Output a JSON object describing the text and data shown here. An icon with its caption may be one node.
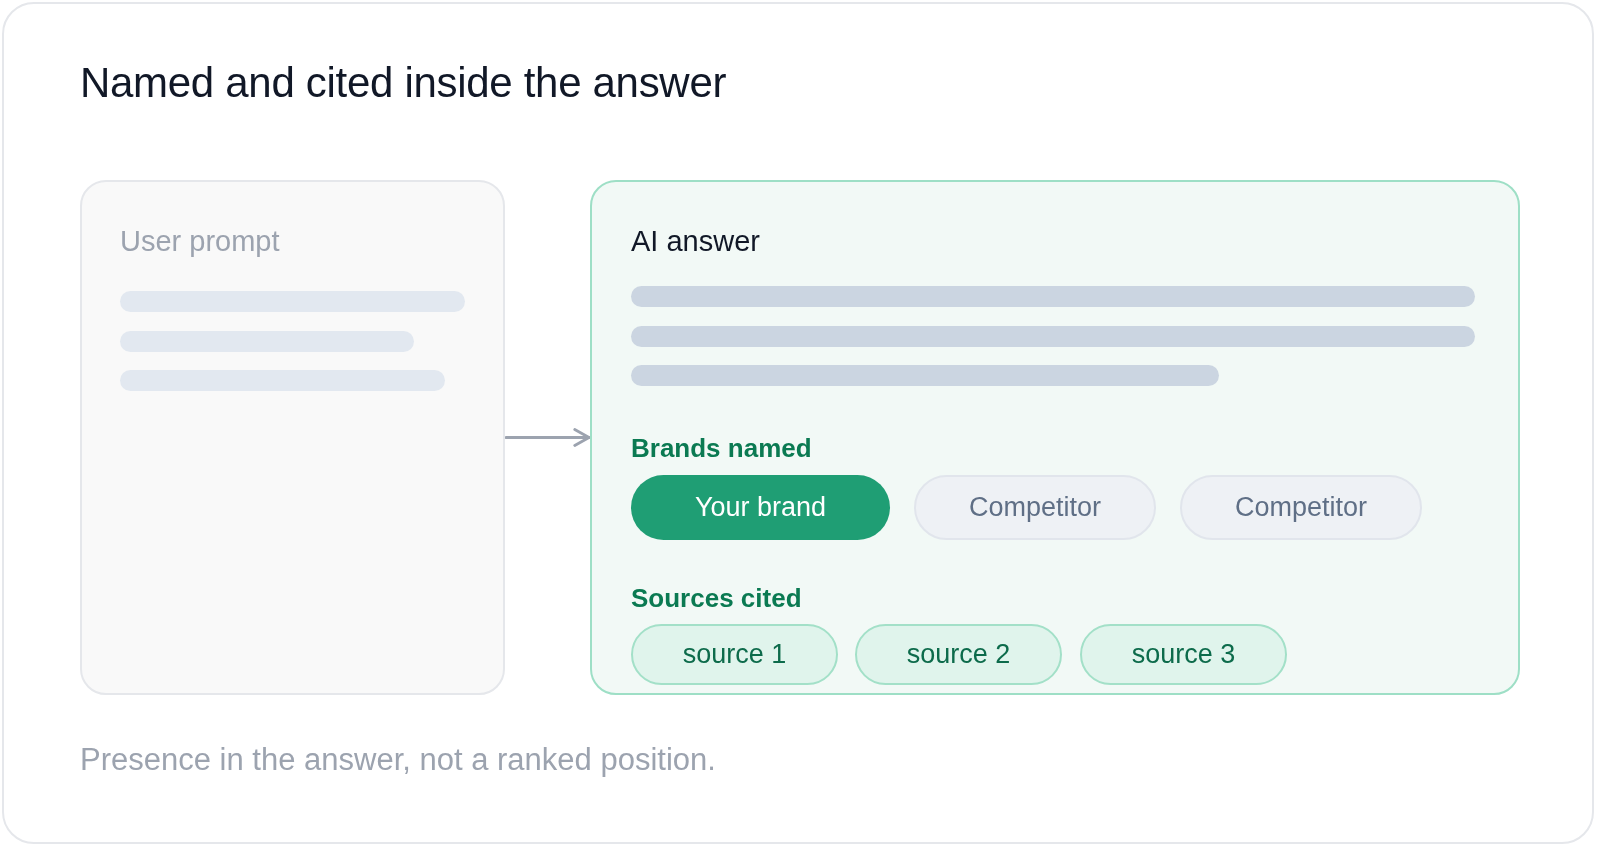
{
  "diagram": {
    "title": "Named and cited inside the answer",
    "caption": "Presence in the answer, not a ranked position.",
    "nodes": [
      {
        "text": [
          "User prompt"
        ]
      },
      {
        "text": [],
        "shape": "bar",
        "in": 0
      },
      {
        "text": [],
        "shape": "bar",
        "in": 0
      },
      {
        "text": [],
        "shape": "bar",
        "in": 0
      },
      {
        "text": [
          "AI answer",
          "Brands named",
          "Sources cited"
        ]
      },
      {
        "text": [],
        "shape": "bar",
        "in": 4
      },
      {
        "text": [],
        "shape": "bar",
        "in": 4
      },
      {
        "text": [],
        "shape": "bar",
        "in": 4
      },
      {
        "text": [
          "Your brand"
        ],
        "in": 4
      },
      {
        "text": [
          "Competitor"
        ],
        "in": 4
      },
      {
        "text": [
          "Competitor"
        ],
        "in": 4
      },
      {
        "text": [
          "source 1"
        ],
        "in": 4
      },
      {
        "text": [
          "source 2"
        ],
        "in": 4
      },
      {
        "text": [
          "source 3"
        ],
        "in": 4
      }
    ],
    "edges": [
      {
        "from": 0,
        "to": 4,
        "arrow": "to"
      }
    ]
  }
}
